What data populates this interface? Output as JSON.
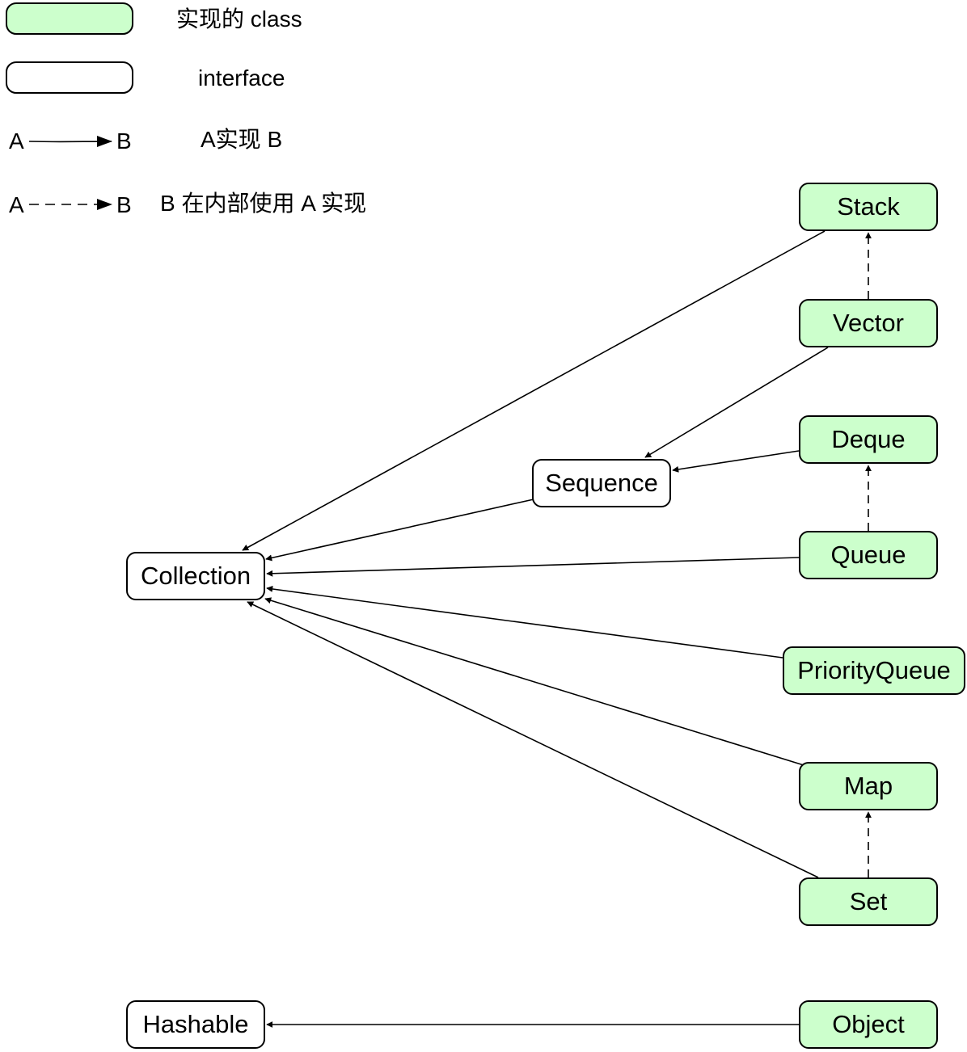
{
  "colors": {
    "class_fill": "#ccffcc",
    "interface_fill": "#ffffff",
    "stroke": "#000000"
  },
  "legend": {
    "class_label": "实现的 class",
    "interface_label": "interface",
    "solid_from": "A",
    "solid_to": "B",
    "solid_label": "A实现 B",
    "dashed_from": "A",
    "dashed_to": "B",
    "dashed_label": "B 在内部使用 A 实现"
  },
  "nodes": {
    "stack": "Stack",
    "vector": "Vector",
    "deque": "Deque",
    "sequence": "Sequence",
    "queue": "Queue",
    "collection": "Collection",
    "priority_queue": "PriorityQueue",
    "map": "Map",
    "set": "Set",
    "hashable": "Hashable",
    "object": "Object"
  },
  "edges": [
    {
      "from": "Stack",
      "to": "Collection",
      "style": "solid"
    },
    {
      "from": "Vector",
      "to": "Stack",
      "style": "dashed"
    },
    {
      "from": "Vector",
      "to": "Sequence",
      "style": "solid"
    },
    {
      "from": "Deque",
      "to": "Sequence",
      "style": "solid"
    },
    {
      "from": "Queue",
      "to": "Deque",
      "style": "dashed"
    },
    {
      "from": "Sequence",
      "to": "Collection",
      "style": "solid"
    },
    {
      "from": "Queue",
      "to": "Collection",
      "style": "solid"
    },
    {
      "from": "PriorityQueue",
      "to": "Collection",
      "style": "solid"
    },
    {
      "from": "Map",
      "to": "Collection",
      "style": "solid"
    },
    {
      "from": "Set",
      "to": "Map",
      "style": "dashed"
    },
    {
      "from": "Set",
      "to": "Collection",
      "style": "solid"
    },
    {
      "from": "Object",
      "to": "Hashable",
      "style": "solid"
    }
  ]
}
